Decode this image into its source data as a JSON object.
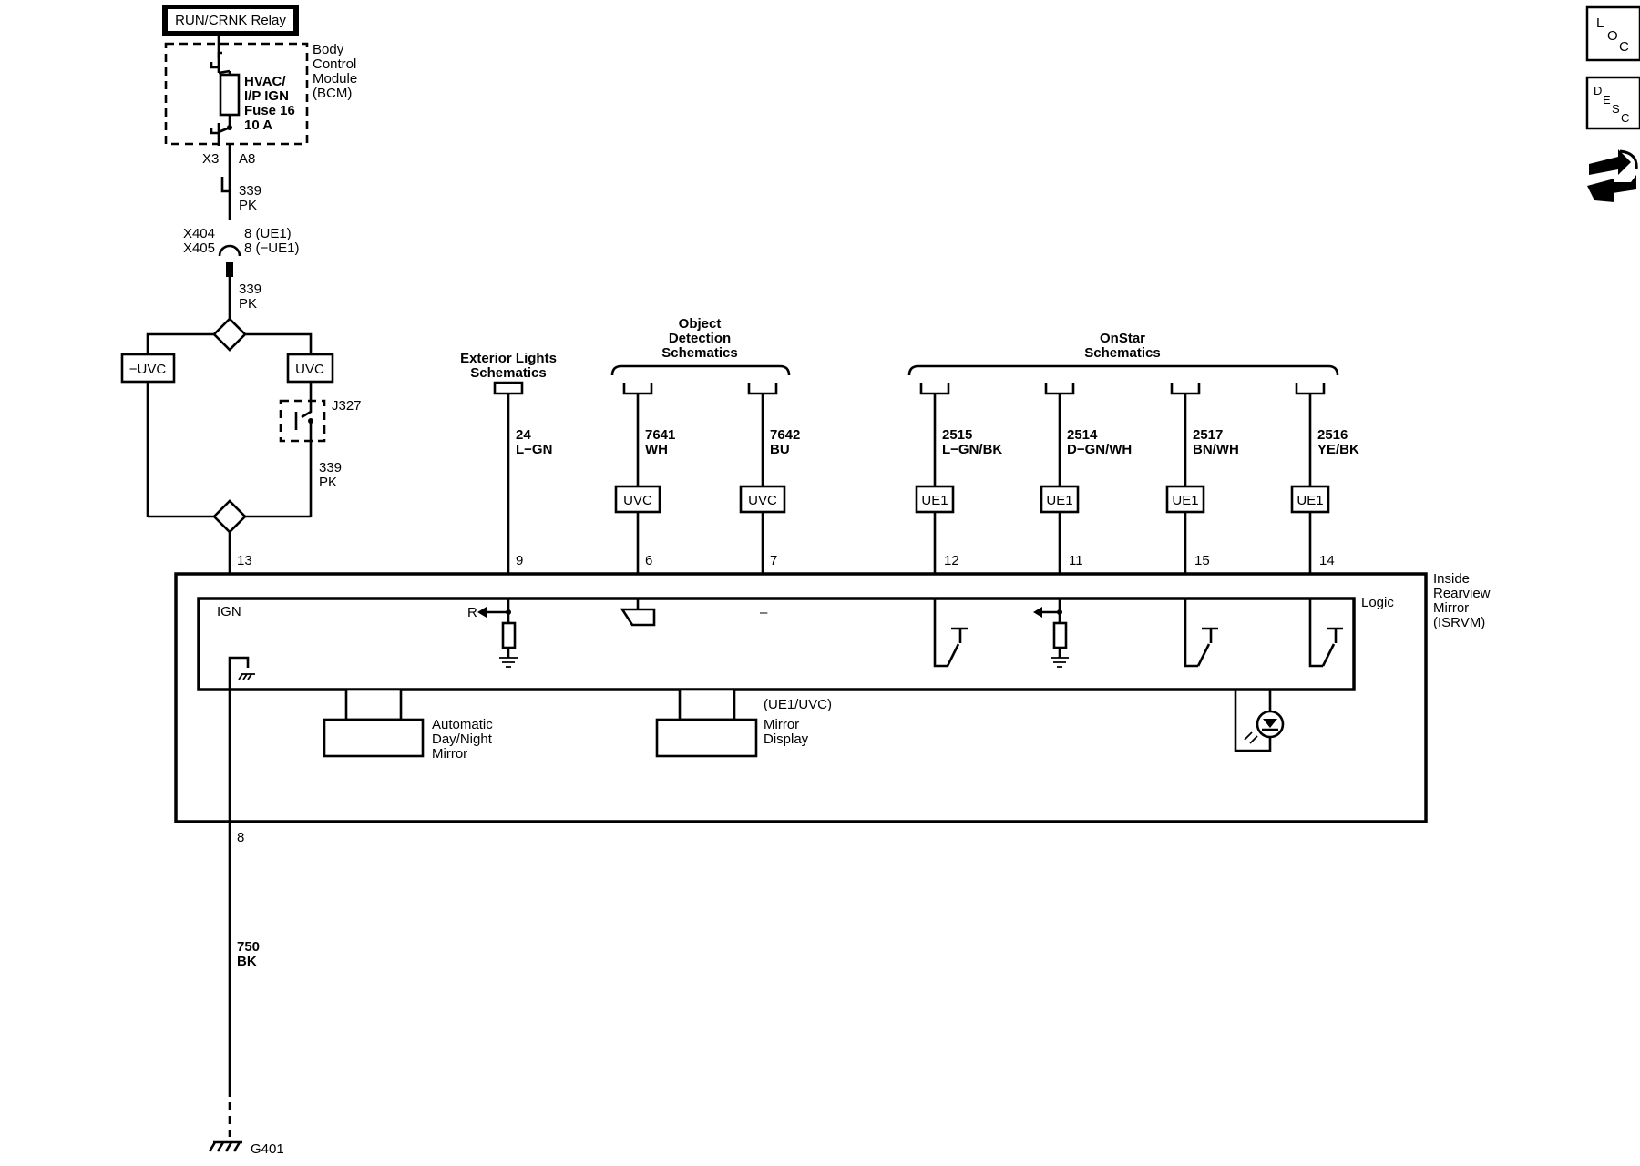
{
  "relay": {
    "label": "RUN/CRNK Relay"
  },
  "bcm": {
    "name": [
      "Body",
      "Control",
      "Module",
      "(BCM)"
    ],
    "fuse": [
      "HVAC/",
      "I/P IGN",
      "Fuse 16",
      "10 A"
    ]
  },
  "connector_x3": {
    "label": "X3",
    "pin": "A8"
  },
  "wire_339_top": {
    "circuit": "339",
    "color": "PK"
  },
  "inline_connector": {
    "labels": [
      "X404",
      "X405"
    ],
    "pins": [
      "8 (UE1)",
      "8 (−UE1)"
    ]
  },
  "wire_339_mid": {
    "circuit": "339",
    "color": "PK"
  },
  "option_boxes": {
    "left": "−UVC",
    "right": "UVC"
  },
  "jumper": {
    "label": "J327"
  },
  "wire_339_low": {
    "circuit": "339",
    "color": "PK"
  },
  "groups": {
    "exterior": [
      "Exterior Lights",
      "Schematics"
    ],
    "object": [
      "Object",
      "Detection",
      "Schematics"
    ],
    "onstar": [
      "OnStar",
      "Schematics"
    ]
  },
  "circuits": [
    {
      "circuit": "24",
      "color": "L−GN",
      "opt": "",
      "pin": "9"
    },
    {
      "circuit": "7641",
      "color": "WH",
      "opt": "UVC",
      "pin": "6"
    },
    {
      "circuit": "7642",
      "color": "BU",
      "opt": "UVC",
      "pin": "7"
    },
    {
      "circuit": "2515",
      "color": "L−GN/BK",
      "opt": "UE1",
      "pin": "12"
    },
    {
      "circuit": "2514",
      "color": "D−GN/WH",
      "opt": "UE1",
      "pin": "11"
    },
    {
      "circuit": "2517",
      "color": "BN/WH",
      "opt": "UE1",
      "pin": "15"
    },
    {
      "circuit": "2516",
      "color": "YE/BK",
      "opt": "UE1",
      "pin": "14"
    }
  ],
  "ign_pin": "13",
  "isrvm": {
    "name": [
      "Inside",
      "Rearview",
      "Mirror",
      "(ISRVM)"
    ],
    "logic": "Logic",
    "ign": "IGN",
    "r_label": "R",
    "dash": "–",
    "auto_mirror": [
      "Automatic",
      "Day/Night",
      "Mirror"
    ],
    "mirror_display_opt": "(UE1/UVC)",
    "mirror_display": [
      "Mirror",
      "Display"
    ]
  },
  "ground": {
    "pin": "8",
    "circuit": "750",
    "color": "BK",
    "label": "G401"
  },
  "side_buttons": {
    "loc": [
      "L",
      "O",
      "C"
    ],
    "desc": [
      "D",
      "E",
      "S",
      "C"
    ]
  }
}
